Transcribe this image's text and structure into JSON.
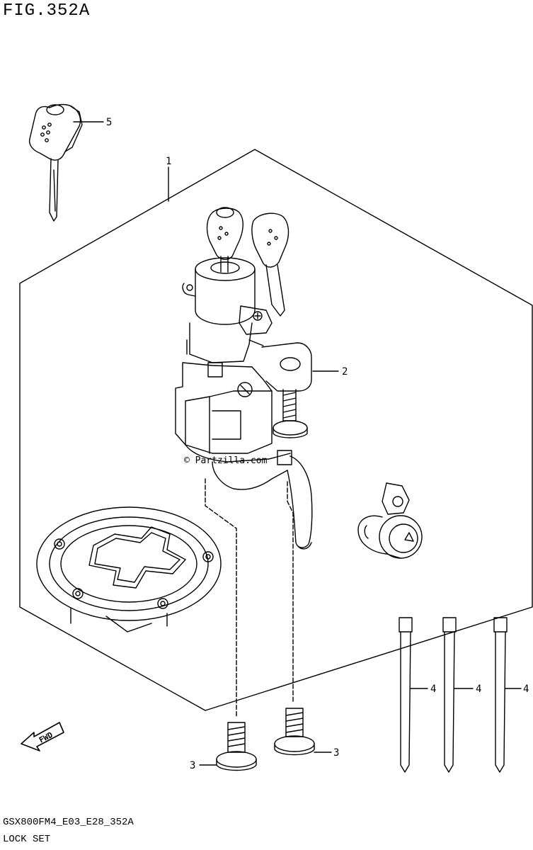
{
  "figure": {
    "title": "FIG.352A"
  },
  "footer": {
    "model_code": "GSX800FM4_E03_E28_352A",
    "name": "LOCK SET"
  },
  "callouts": [
    "1",
    "2",
    "3",
    "3",
    "4",
    "4",
    "4",
    "5"
  ],
  "watermark": {
    "text": "© Partzilla.com"
  },
  "fwd_badge": {
    "text": "FWD"
  }
}
